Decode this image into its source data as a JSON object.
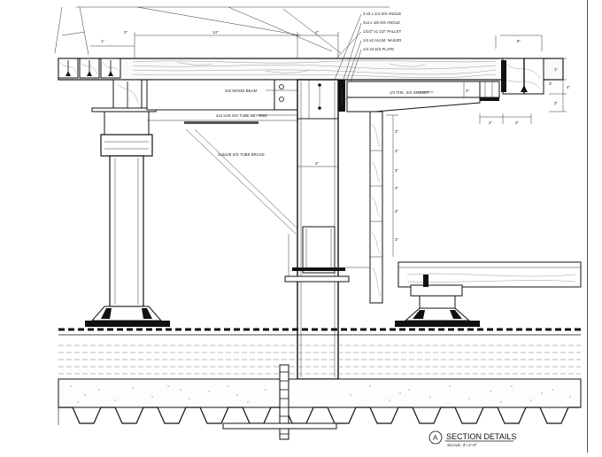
{
  "drawing": {
    "title": "SECTION DETAILS",
    "scale": "SCALE: 3\"=1'-0\"",
    "detail_tag": "A"
  },
  "callouts": {
    "angle": "3 x3 x 1/4 S/S ANGLE",
    "angle2": "4x4 x 1/8 S/S ANGLE",
    "pallet": "1/1/2\" x1 1/2\" PALLET",
    "nailer": "1/4 x2 ALUM. NAILER",
    "plate": "1/4 x3 S/S PLATE",
    "beam": "3x3 WOOD BEAM",
    "tube_beyond": "4x4 x1/8 S/S TUBE BEYOND",
    "gusset": "1/4 THK. S/S GUSSET",
    "brace": "4x3x1/8 S/S TUBE BRACE"
  },
  "dims": {
    "top_main": "14\"",
    "top_mid": "4\"",
    "top_right": "8\"",
    "top_left_a": "1\"",
    "top_left_b": "3\"",
    "right_a": "1\"",
    "right_b": "3\"",
    "right_c": "4\"",
    "right_d": "3\"",
    "bottom_a": "2\"",
    "bottom_b": "3\"",
    "post_width": "4\"",
    "gusset_h": "3\"",
    "riser_1": "3\"",
    "riser_2": "2\"",
    "riser_3": "3\"",
    "riser_4": "2\"",
    "riser_5": "3\"",
    "riser_6": "3\"",
    "left_riser": "3\""
  }
}
